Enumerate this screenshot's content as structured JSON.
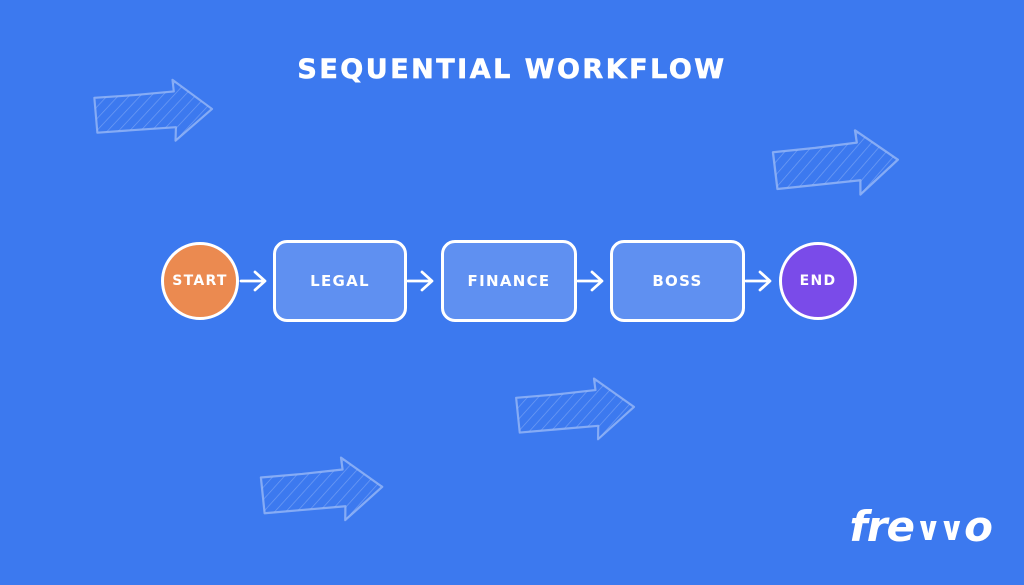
{
  "title": "SEQUENTIAL WORKFLOW",
  "diagram": {
    "type": "flowchart",
    "direction": "left-to-right",
    "nodes": [
      {
        "id": "start",
        "label": "START",
        "shape": "circle"
      },
      {
        "id": "legal",
        "label": "LEGAL",
        "shape": "rounded-rect"
      },
      {
        "id": "finance",
        "label": "FINANCE",
        "shape": "rounded-rect"
      },
      {
        "id": "boss",
        "label": "BOSS",
        "shape": "rounded-rect"
      },
      {
        "id": "end",
        "label": "END",
        "shape": "circle"
      }
    ],
    "edges": [
      {
        "from": "start",
        "to": "legal"
      },
      {
        "from": "legal",
        "to": "finance"
      },
      {
        "from": "finance",
        "to": "boss"
      },
      {
        "from": "boss",
        "to": "end"
      }
    ]
  },
  "logo": {
    "text": "frevvo",
    "display_pre": "fre",
    "display_marks": "∨∨",
    "display_post": "o"
  },
  "colors": {
    "background": "#3C79EF",
    "node_fill": "#5F90F1",
    "node_border": "#FFFFFF",
    "start_fill": "#EB8A50",
    "end_fill": "#7A4BE9",
    "connector": "#FFFFFF",
    "decor_arrow": "#9DBCF7",
    "title_text": "#FFFFFF"
  },
  "decor": {
    "sketch_arrow_count": 4
  }
}
